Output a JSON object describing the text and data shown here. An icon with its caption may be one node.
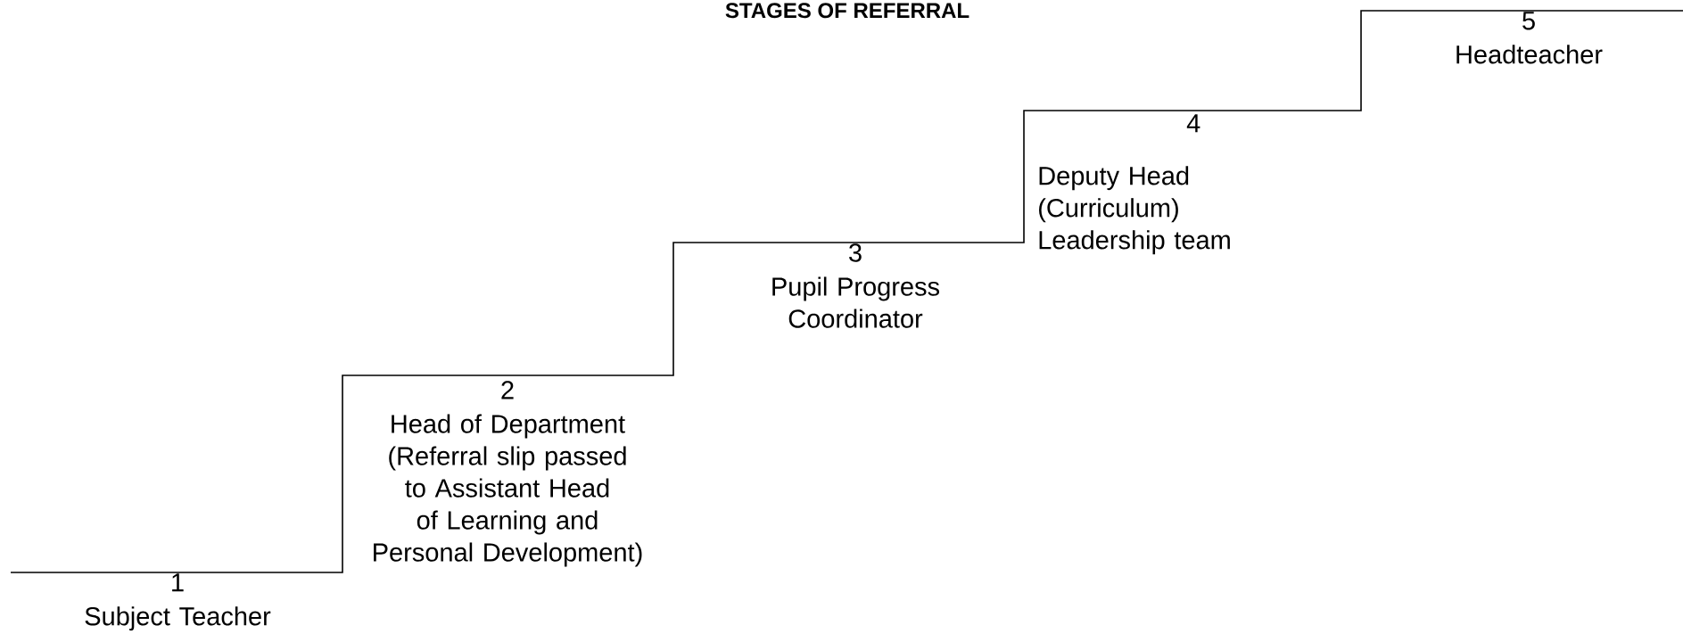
{
  "diagram": {
    "title": "STAGES OF REFERRAL",
    "nodes": [
      {
        "text": [
          "1",
          "Subject Teacher"
        ]
      },
      {
        "text": [
          "2",
          "Head of Department (Referral slip passed to Assistant Head of Learning and Personal Development)"
        ]
      },
      {
        "text": [
          "3",
          "Pupil Progress Coordinator"
        ]
      },
      {
        "text": [
          "4",
          "Deputy Head (Curriculum) Leadership team"
        ]
      },
      {
        "text": [
          "5",
          "Headteacher"
        ]
      }
    ]
  }
}
